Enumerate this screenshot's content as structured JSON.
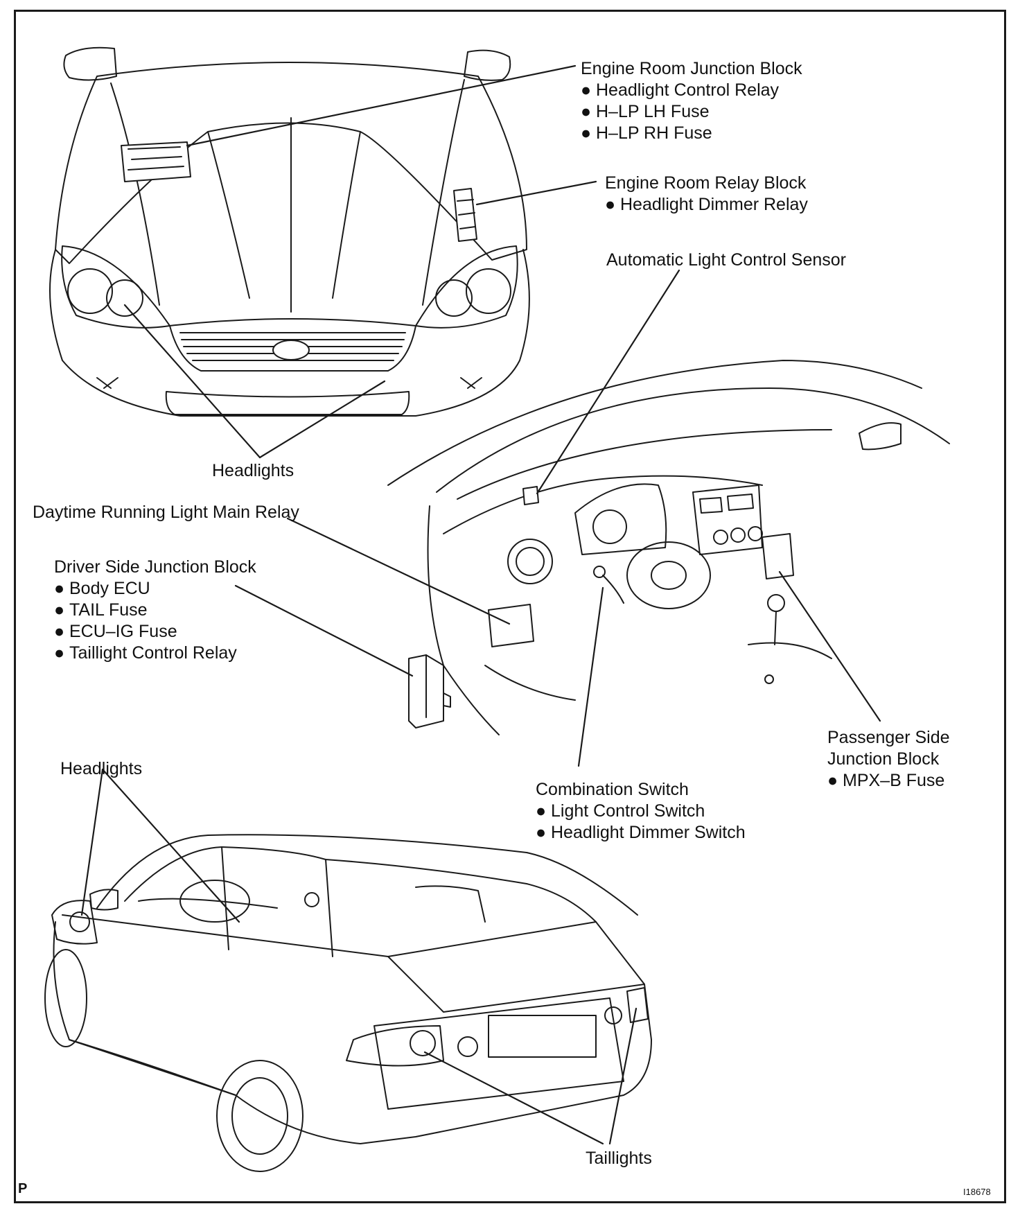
{
  "labels": {
    "engine_room_jb": {
      "title": "Engine Room Junction Block",
      "items": [
        "Headlight Control Relay",
        "H–LP LH Fuse",
        "H–LP RH Fuse"
      ]
    },
    "engine_room_relay": {
      "title": "Engine Room Relay Block",
      "items": [
        "Headlight Dimmer Relay"
      ]
    },
    "auto_light_sensor": {
      "title": "Automatic Light Control Sensor"
    },
    "headlights_top": {
      "title": "Headlights"
    },
    "drl_main_relay": {
      "title": "Daytime Running Light Main Relay"
    },
    "driver_jb": {
      "title": "Driver Side Junction Block",
      "items": [
        "Body ECU",
        "TAIL Fuse",
        "ECU–IG Fuse",
        "Taillight Control Relay"
      ]
    },
    "passenger_jb": {
      "title_line1": "Passenger Side",
      "title_line2": "Junction Block",
      "items": [
        "MPX–B Fuse"
      ]
    },
    "combination_switch": {
      "title": "Combination Switch",
      "items": [
        "Light Control Switch",
        "Headlight Dimmer Switch"
      ]
    },
    "headlights_bottom": {
      "title": "Headlights"
    },
    "taillights": {
      "title": "Taillights"
    }
  },
  "corner_mark": "P",
  "figure_code": "I18678",
  "bullet_char": "●",
  "icons": [
    "car-front-illustration",
    "dashboard-illustration",
    "car-rear-illustration",
    "junction-block-illustration"
  ]
}
